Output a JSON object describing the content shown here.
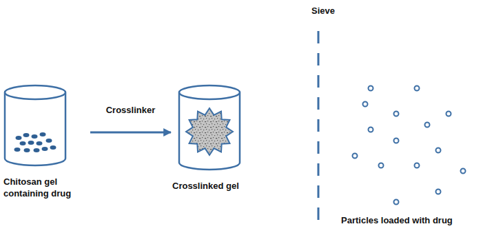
{
  "diagram": {
    "nodes": [
      {
        "text": [
          "Chitosan gel containing drug"
        ]
      },
      {
        "text": [
          "Crosslinked gel"
        ]
      }
    ],
    "edges": [
      {
        "from": 0,
        "to": 1,
        "label": "Crosslinker",
        "arrow": "to"
      }
    ],
    "labels": [
      "Sieve",
      "Particles loaded with drug"
    ]
  }
}
